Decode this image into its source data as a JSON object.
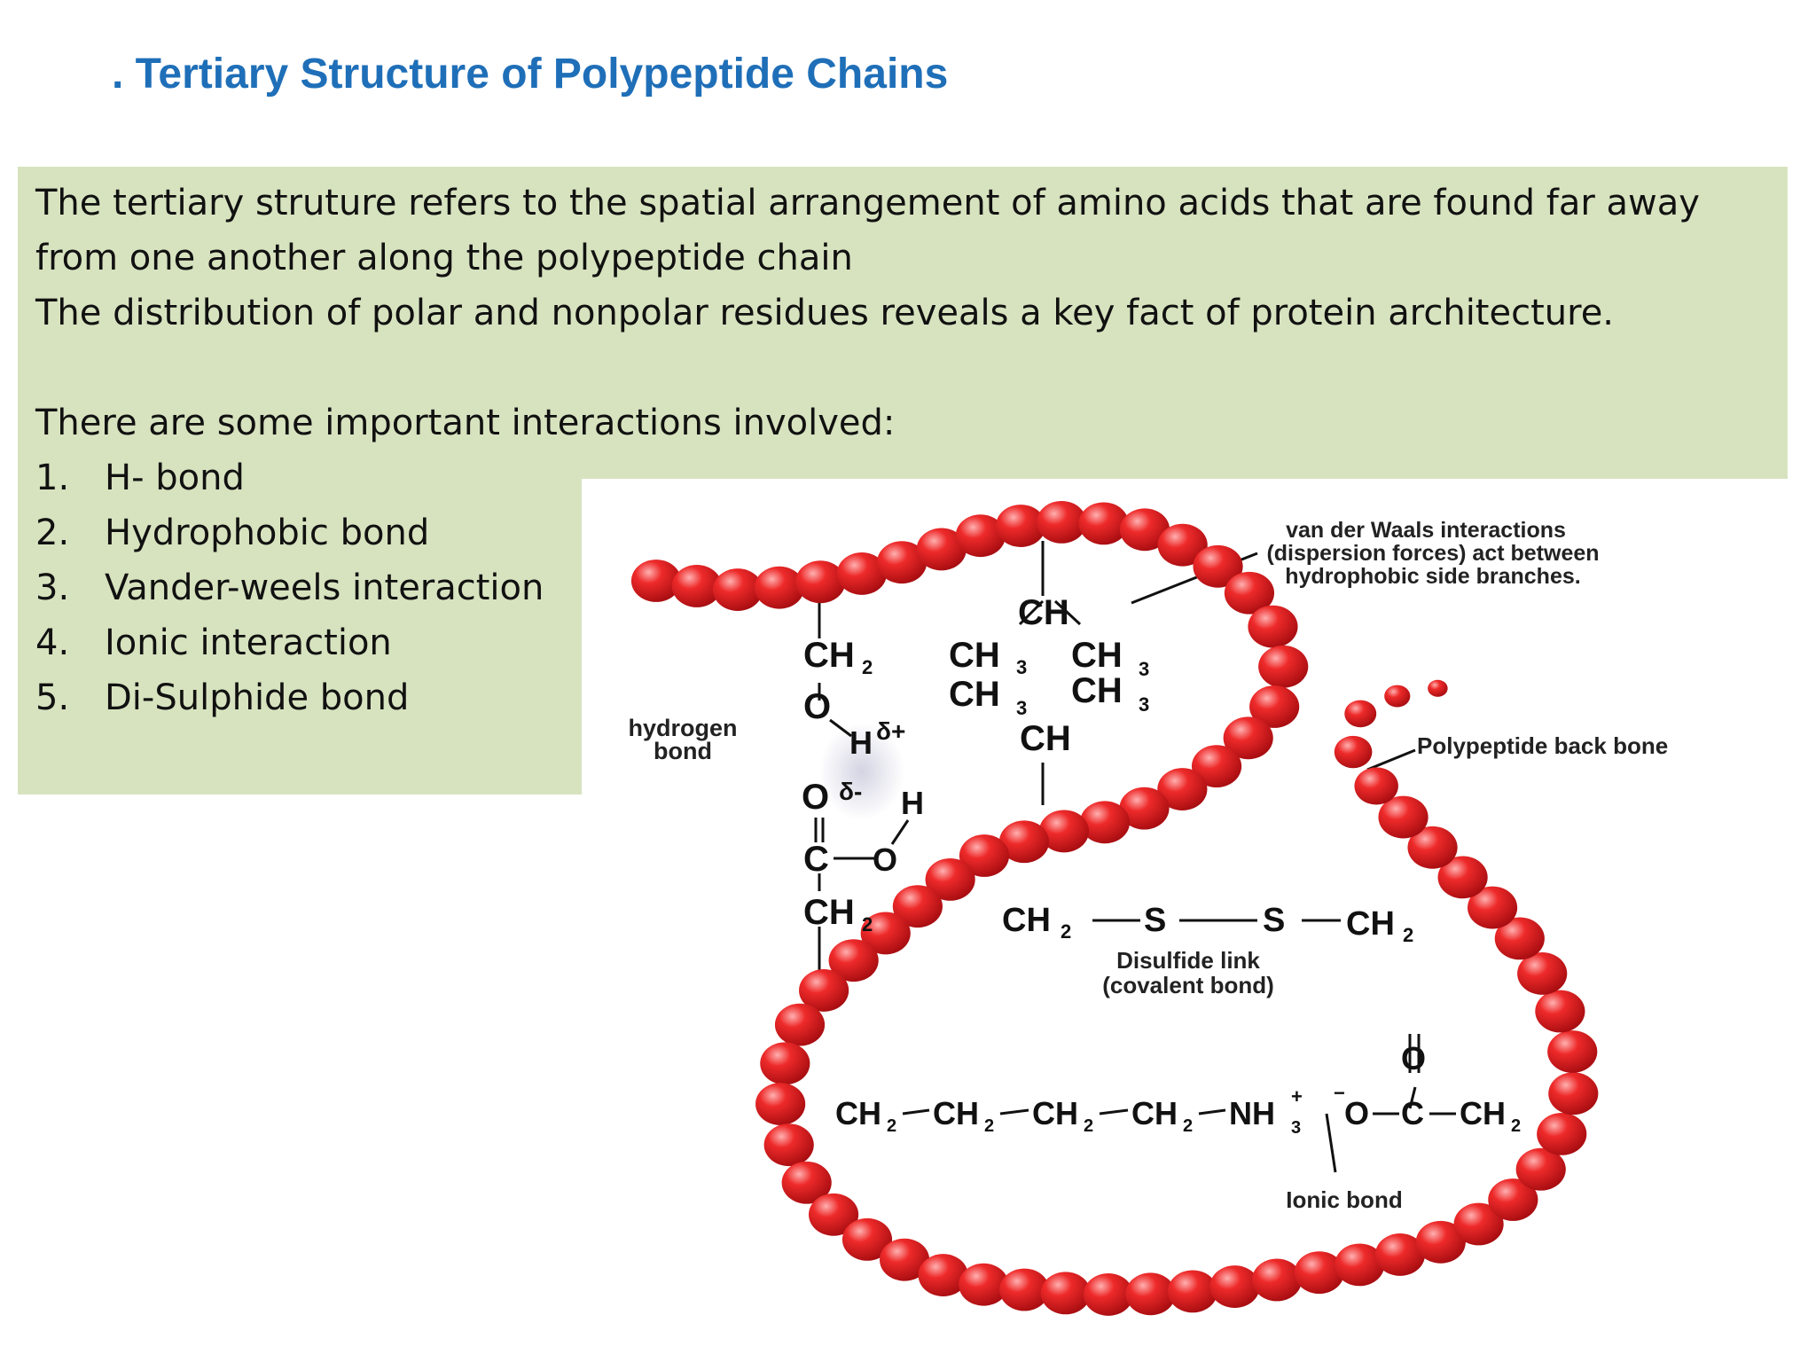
{
  "title": ". Tertiary Structure of Polypeptide Chains",
  "body": {
    "line1": "The tertiary struture refers to the spatial arrangement of amino acids that are found far away",
    "line2": "from one another along the polypeptide chain",
    "line3": "The distribution of polar and nonpolar residues reveals a key fact of protein architecture.",
    "line4": "There are some important interactions involved:"
  },
  "interactions": [
    {
      "num": "1.",
      "label": "H- bond"
    },
    {
      "num": "2.",
      "label": "Hydrophobic bond"
    },
    {
      "num": "3.",
      "label": "Vander-weels interaction"
    },
    {
      "num": "4.",
      "label": "Ionic interaction"
    },
    {
      "num": "5.",
      "label": "Di-Sulphide bond"
    }
  ],
  "diagram": {
    "vdw_line1": "van der Waals interactions",
    "vdw_line2": "(dispersion forces) act between",
    "vdw_line3": "hydrophobic side branches.",
    "backbone": "Polypeptide back bone",
    "hbond_line1": "hydrogen",
    "hbond_line2": "bond",
    "disulfide_line1": "Disulfide link",
    "disulfide_line2": "(covalent bond)",
    "ionic": "Ionic bond",
    "bead_color": "#e01820",
    "chem": {
      "ch_top": "CH",
      "ch3_a": "CH",
      "ch3_b": "CH",
      "ch3_c": "CH",
      "ch3_d": "CH",
      "ch_bottom": "CH",
      "sub3": "3",
      "ch2": "CH",
      "sub2": "2",
      "o": "O",
      "h": "H",
      "delta_plus": "δ+",
      "delta_minus": "δ-",
      "c": "C",
      "s": "S",
      "nh": "NH",
      "plus": "+",
      "minus": "−"
    }
  }
}
